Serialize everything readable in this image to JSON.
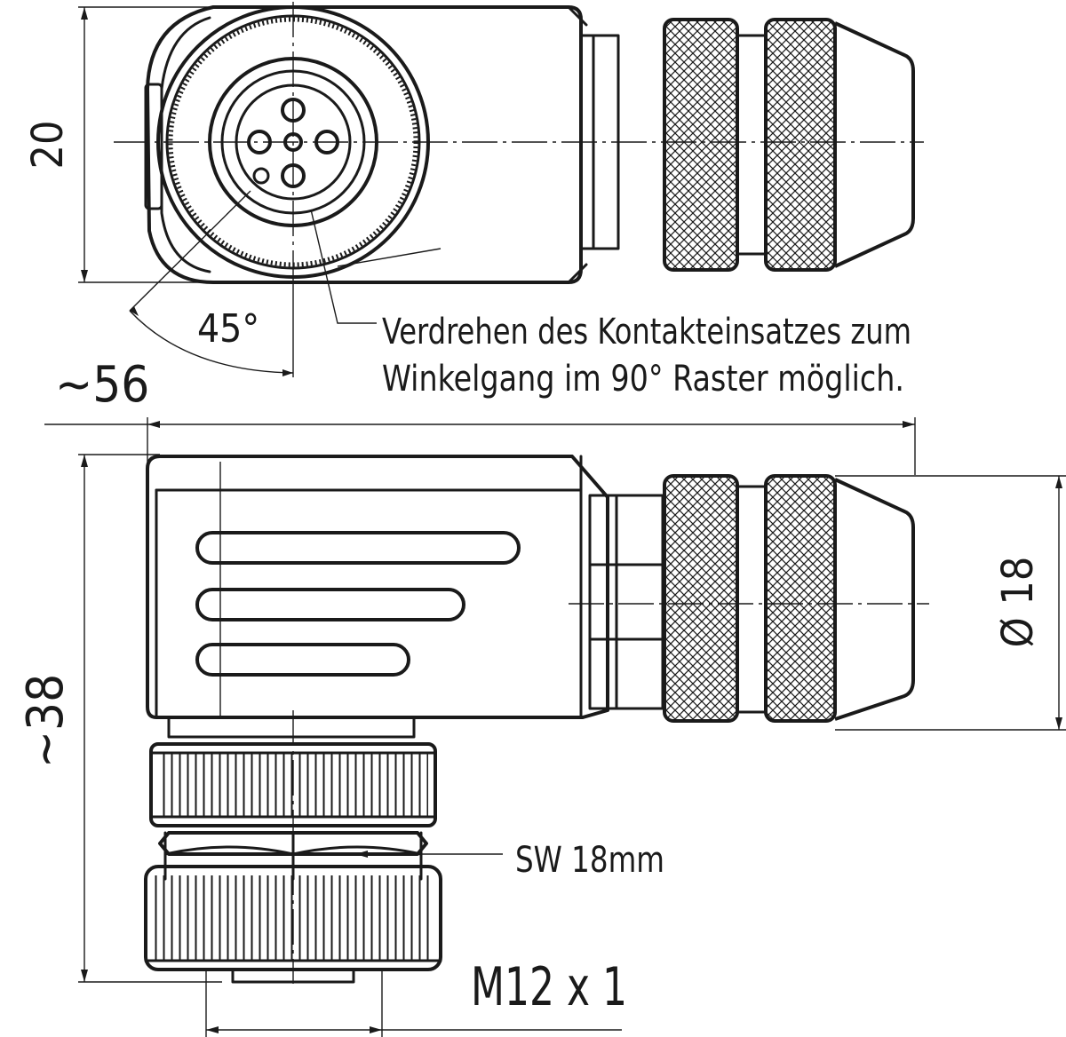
{
  "dimensions": {
    "height_top": "20",
    "length": "~56",
    "height_side": "~38",
    "diameter": "Ø 18",
    "angle": "45°",
    "thread": "M12 x 1",
    "wrench": "SW 18mm"
  },
  "note": {
    "line1": "Verdrehen des Kontakteinsatzes zum",
    "line2": "Winkelgang im 90° Raster möglich."
  },
  "colors": {
    "line": "#1a1a1a",
    "background": "#ffffff"
  }
}
